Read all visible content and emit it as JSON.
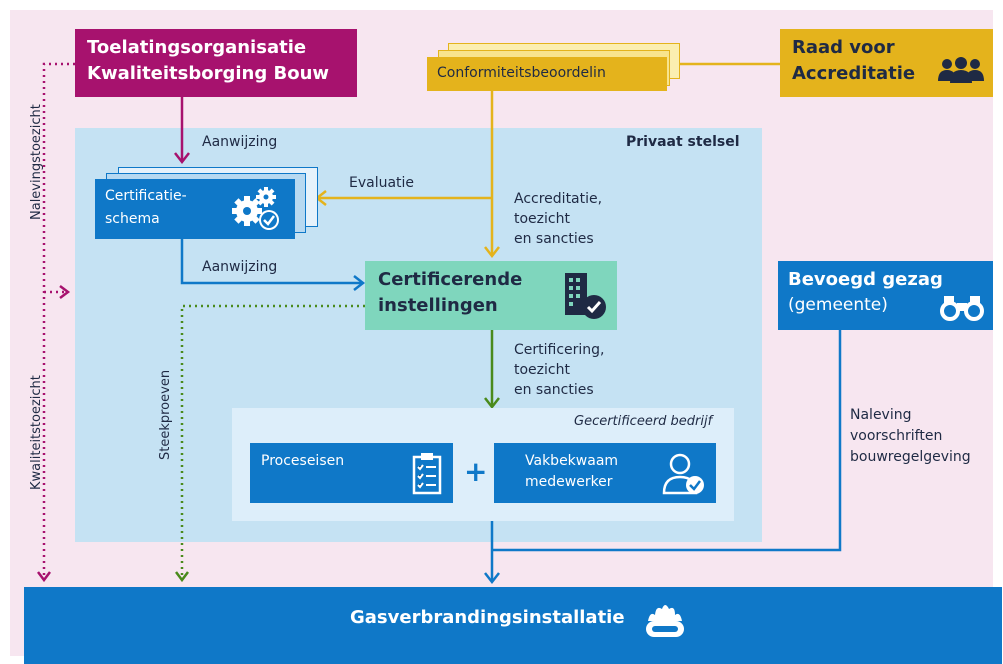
{
  "colors": {
    "background": "#f7e6f0",
    "private_system": "#c5e2f3",
    "blue": "#0f78c8",
    "green_box": "#7fd6bd",
    "magenta": "#a7126e",
    "gold": "#e4b31c",
    "gold_light": "#f6dc70",
    "green_arrow": "#4a8a1c",
    "company_panel": "#ddeefa"
  },
  "toelatingsorganisatie": {
    "line1": "Toelatingsorganisatie",
    "line2": "Kwaliteitsborging Bouw"
  },
  "raad": {
    "line1": "Raad voor",
    "line2": "Accreditatie",
    "icon": "people-group-icon"
  },
  "conformiteit": {
    "label": "Conformiteitsbeoordelin"
  },
  "privaat_stelsel": {
    "title": "Privaat stelsel"
  },
  "certificatieschema": {
    "line1": "Certificatie-",
    "line2": "schema",
    "icon": "gears-check-icon"
  },
  "certificerende": {
    "line1": "Certificerende",
    "line2": "instellingen",
    "icon": "building-check-icon"
  },
  "bevoegd_gezag": {
    "line1": "Bevoegd gezag",
    "line2": "(gemeente)",
    "icon": "binoculars-icon"
  },
  "gecertificeerd": {
    "title": "Gecertificeerd bedrijf",
    "proceseisen": "Proceseisen",
    "plus": "+",
    "vakbekwaam_line1": "Vakbekwaam",
    "vakbekwaam_line2": "medewerker"
  },
  "gasverbranding": {
    "label": "Gasverbrandingsinstallatie",
    "icon": "burner-icon"
  },
  "labels": {
    "aanwijzing_top": "Aanwijzing",
    "aanwijzing_mid": "Aanwijzing",
    "evaluatie": "Evaluatie",
    "accreditatie_line1": "Accreditatie,",
    "accreditatie_line2": "toezicht",
    "accreditatie_line3": "en sancties",
    "certificering_line1": "Certificering,",
    "certificering_line2": "toezicht",
    "certificering_line3": "en sancties",
    "naleving_line1": "Naleving",
    "naleving_line2": "voorschriften",
    "naleving_line3": "bouwregelgeving",
    "nalevingstoezicht": "Nalevingstoezicht",
    "kwaliteitstoezicht": "Kwaliteitstoezicht",
    "steekproeven": "Steekproeven"
  }
}
